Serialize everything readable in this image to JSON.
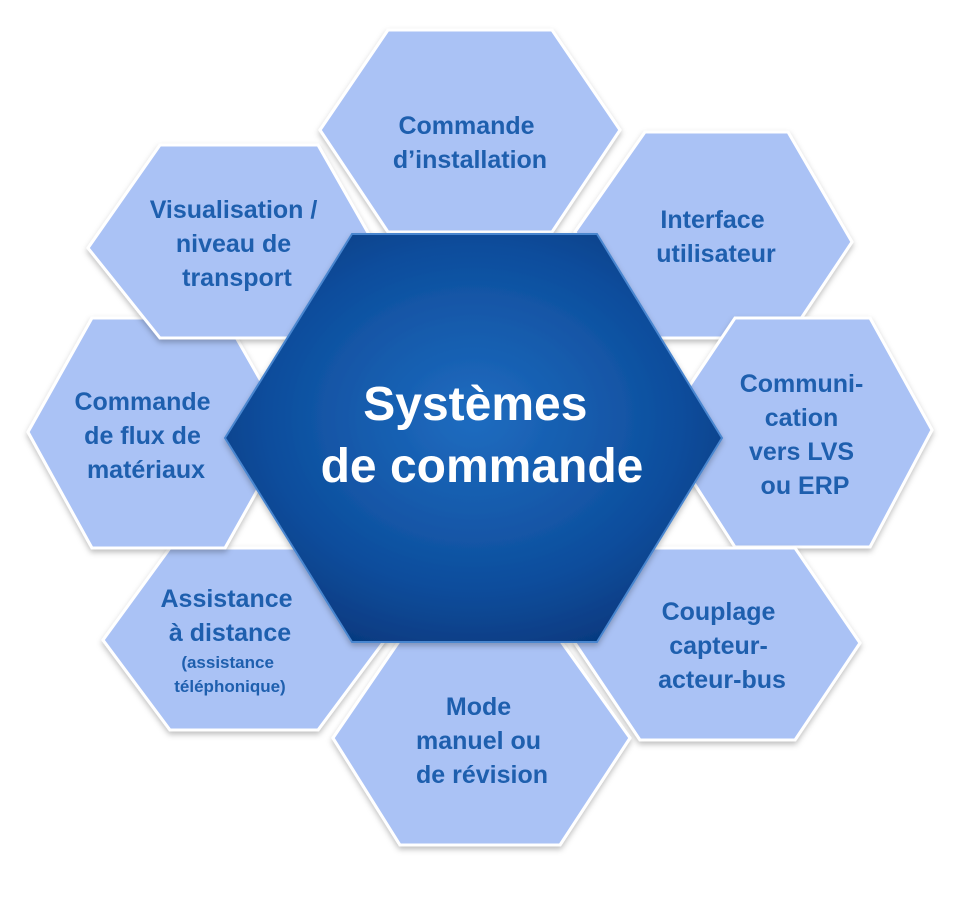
{
  "center": {
    "lines": [
      "Systèmes",
      "de commande"
    ]
  },
  "segments": [
    {
      "id": "commande-installation",
      "lines": [
        "Commande",
        "d’installation"
      ]
    },
    {
      "id": "interface-utilisateur",
      "lines": [
        "Interface",
        "utilisateur"
      ]
    },
    {
      "id": "communication-lvs-erp",
      "lines": [
        "Communi-",
        "cation",
        "vers LVS",
        "ou ERP"
      ]
    },
    {
      "id": "couplage-capteur-acteur-bus",
      "lines": [
        "Couplage",
        "capteur-",
        "acteur-bus"
      ]
    },
    {
      "id": "mode-manuel-revision",
      "lines": [
        "Mode",
        "manuel ou",
        "de révision"
      ]
    },
    {
      "id": "assistance-distance",
      "lines": [
        "Assistance",
        "à distance"
      ],
      "sublines": [
        "(assistance",
        "téléphonique)"
      ]
    },
    {
      "id": "commande-flux-materiaux",
      "lines": [
        "Commande",
        "de flux de",
        "matériaux"
      ]
    },
    {
      "id": "visualisation-transport",
      "lines": [
        "Visualisation /",
        "niveau de",
        "transport"
      ]
    }
  ],
  "colors": {
    "petal_fill": "#aac2f5",
    "petal_stroke": "#ffffff",
    "petal_text": "#1e5fae",
    "center_fill_light": "#1a64b6",
    "center_fill_dark": "#073e87",
    "center_text": "#ffffff"
  }
}
